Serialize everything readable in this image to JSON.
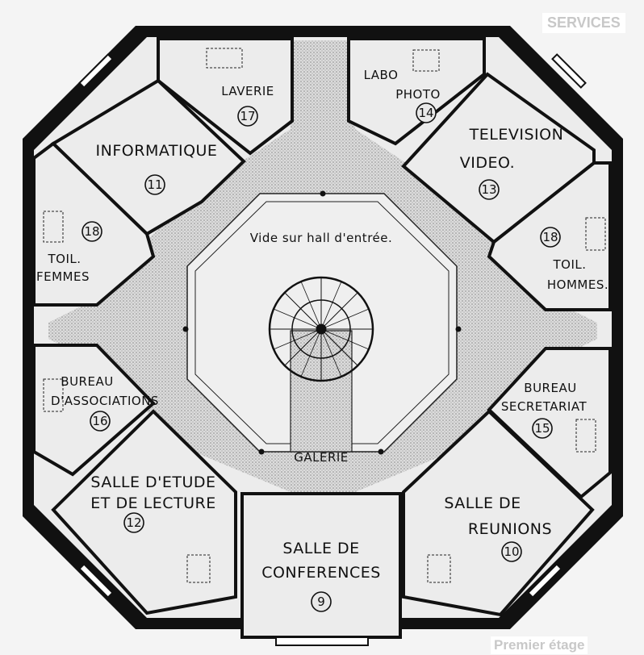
{
  "header": {
    "corner_title": "SERVICES"
  },
  "footer": {
    "floor_label": "Premier étage"
  },
  "plan": {
    "central_void": "Vide sur hall d'entrée.",
    "gallery": "GALERIE",
    "rooms": {
      "laverie": {
        "name": "LAVERIE",
        "number": "17"
      },
      "labo_photo": {
        "line1": "LABO",
        "line2": "PHOTO",
        "number": "14"
      },
      "informatique": {
        "name": "INFORMATIQUE",
        "number": "11"
      },
      "television_video": {
        "line1": "TELEVISION",
        "line2": "VIDEO.",
        "number": "13"
      },
      "toil_femmes": {
        "line1": "TOIL.",
        "line2": "FEMMES",
        "number": "18"
      },
      "toil_hommes": {
        "line1": "TOIL.",
        "line2": "HOMMES.",
        "number": "18"
      },
      "bureau_associations": {
        "line1": "BUREAU",
        "line2": "D'ASSOCIATIONS",
        "number": "16"
      },
      "bureau_secretariat": {
        "line1": "BUREAU",
        "line2": "SECRETARIAT",
        "number": "15"
      },
      "salle_etude": {
        "line1": "SALLE D'ETUDE",
        "line2": "ET DE LECTURE",
        "number": "12"
      },
      "salle_reunions": {
        "line1": "SALLE DE",
        "line2": "REUNIONS",
        "number": "10"
      },
      "salle_conferences": {
        "line1": "SALLE DE",
        "line2": "CONFERENCES",
        "number": "9"
      }
    }
  }
}
